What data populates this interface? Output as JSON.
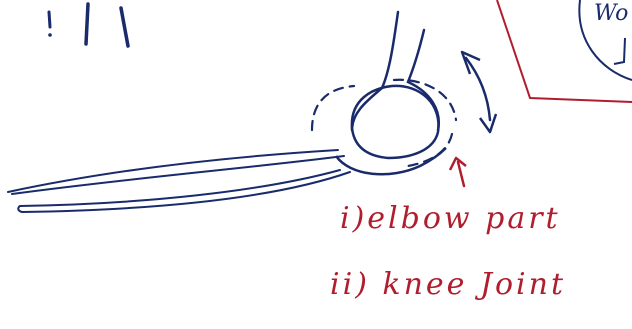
{
  "labels": {
    "item_1": "i)elbow part",
    "item_2": "ii) knee Joint",
    "top_left_marks": "! | |",
    "corner_fragment": "Wo"
  },
  "colors": {
    "ink_blue": "#1a2b6b",
    "ink_red": "#b01e2e",
    "paper": "#ffffff"
  }
}
